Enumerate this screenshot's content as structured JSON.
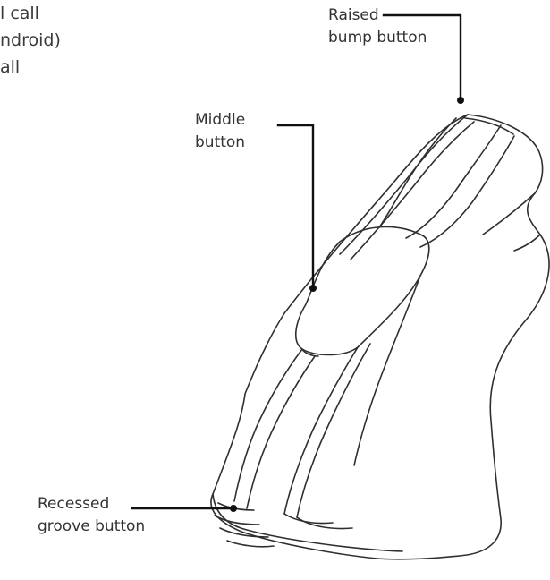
{
  "side_text": {
    "lines": [
      "l call",
      "ndroid)",
      "all"
    ]
  },
  "labels": {
    "raised": [
      "Raised",
      "bump button"
    ],
    "middle": [
      "Middle",
      "button"
    ],
    "recessed": [
      "Recessed",
      "groove button"
    ]
  }
}
